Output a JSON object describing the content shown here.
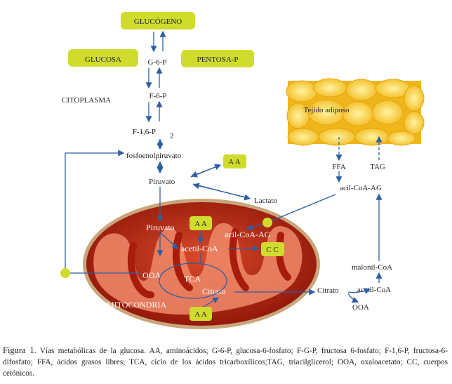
{
  "labels": {
    "glucogeno": "GLUCÓGENO",
    "glucosa": "GLUCOSA",
    "g6p": "G-6-P",
    "pentosa": "PENTOSA-P",
    "citoplasma": "CITOPLASMA",
    "f6p": "F-6-P",
    "f16p": "F-1,6-P",
    "f16p_sub": "2",
    "pep": "fosfoenolpiruvato",
    "piruvato": "Piruvato",
    "aa": "A A",
    "lactato": "Lactato",
    "tejido": "Tejido adiposo",
    "ffa": "FFA",
    "tag": "TAG",
    "acil_out": "acil-CoA-AG",
    "malonil": "malonil-CoA",
    "acetil_out": "acetil-CoA",
    "citrato_out": "Citrato",
    "ooa_out": "OOA"
  },
  "mito": {
    "piruvato": "Piruvato",
    "aa_top": "A A",
    "acil": "acil-CoA-AG",
    "acetil": "acetil-CoA",
    "cc": "C C",
    "ooa": "OOA",
    "tca": "TCA",
    "citrato": "Citrato",
    "name": "MITOCONDRIA",
    "aa_bottom": "A A"
  },
  "caption": {
    "label": "Figura 1.",
    "text": "Vías metabólicas de la glucosa. AA, aminoácidos; G-6-P, glucosa-6-fosfato; F-G-P, fructosa 6-fosfato; F-1,6-P, fructosa-6-difosfato; FFA, ácidos grasos libres; TCA, ciclo de los ácidos tricarboxílicos;TAG, triacilglicerol; OOA, oxaloacetato; CC, cuerpos cetónicos."
  },
  "colors": {
    "box": "#cfdc2e",
    "arrow": "#2f5fa3",
    "mito_outer": "#b0200c"
  }
}
